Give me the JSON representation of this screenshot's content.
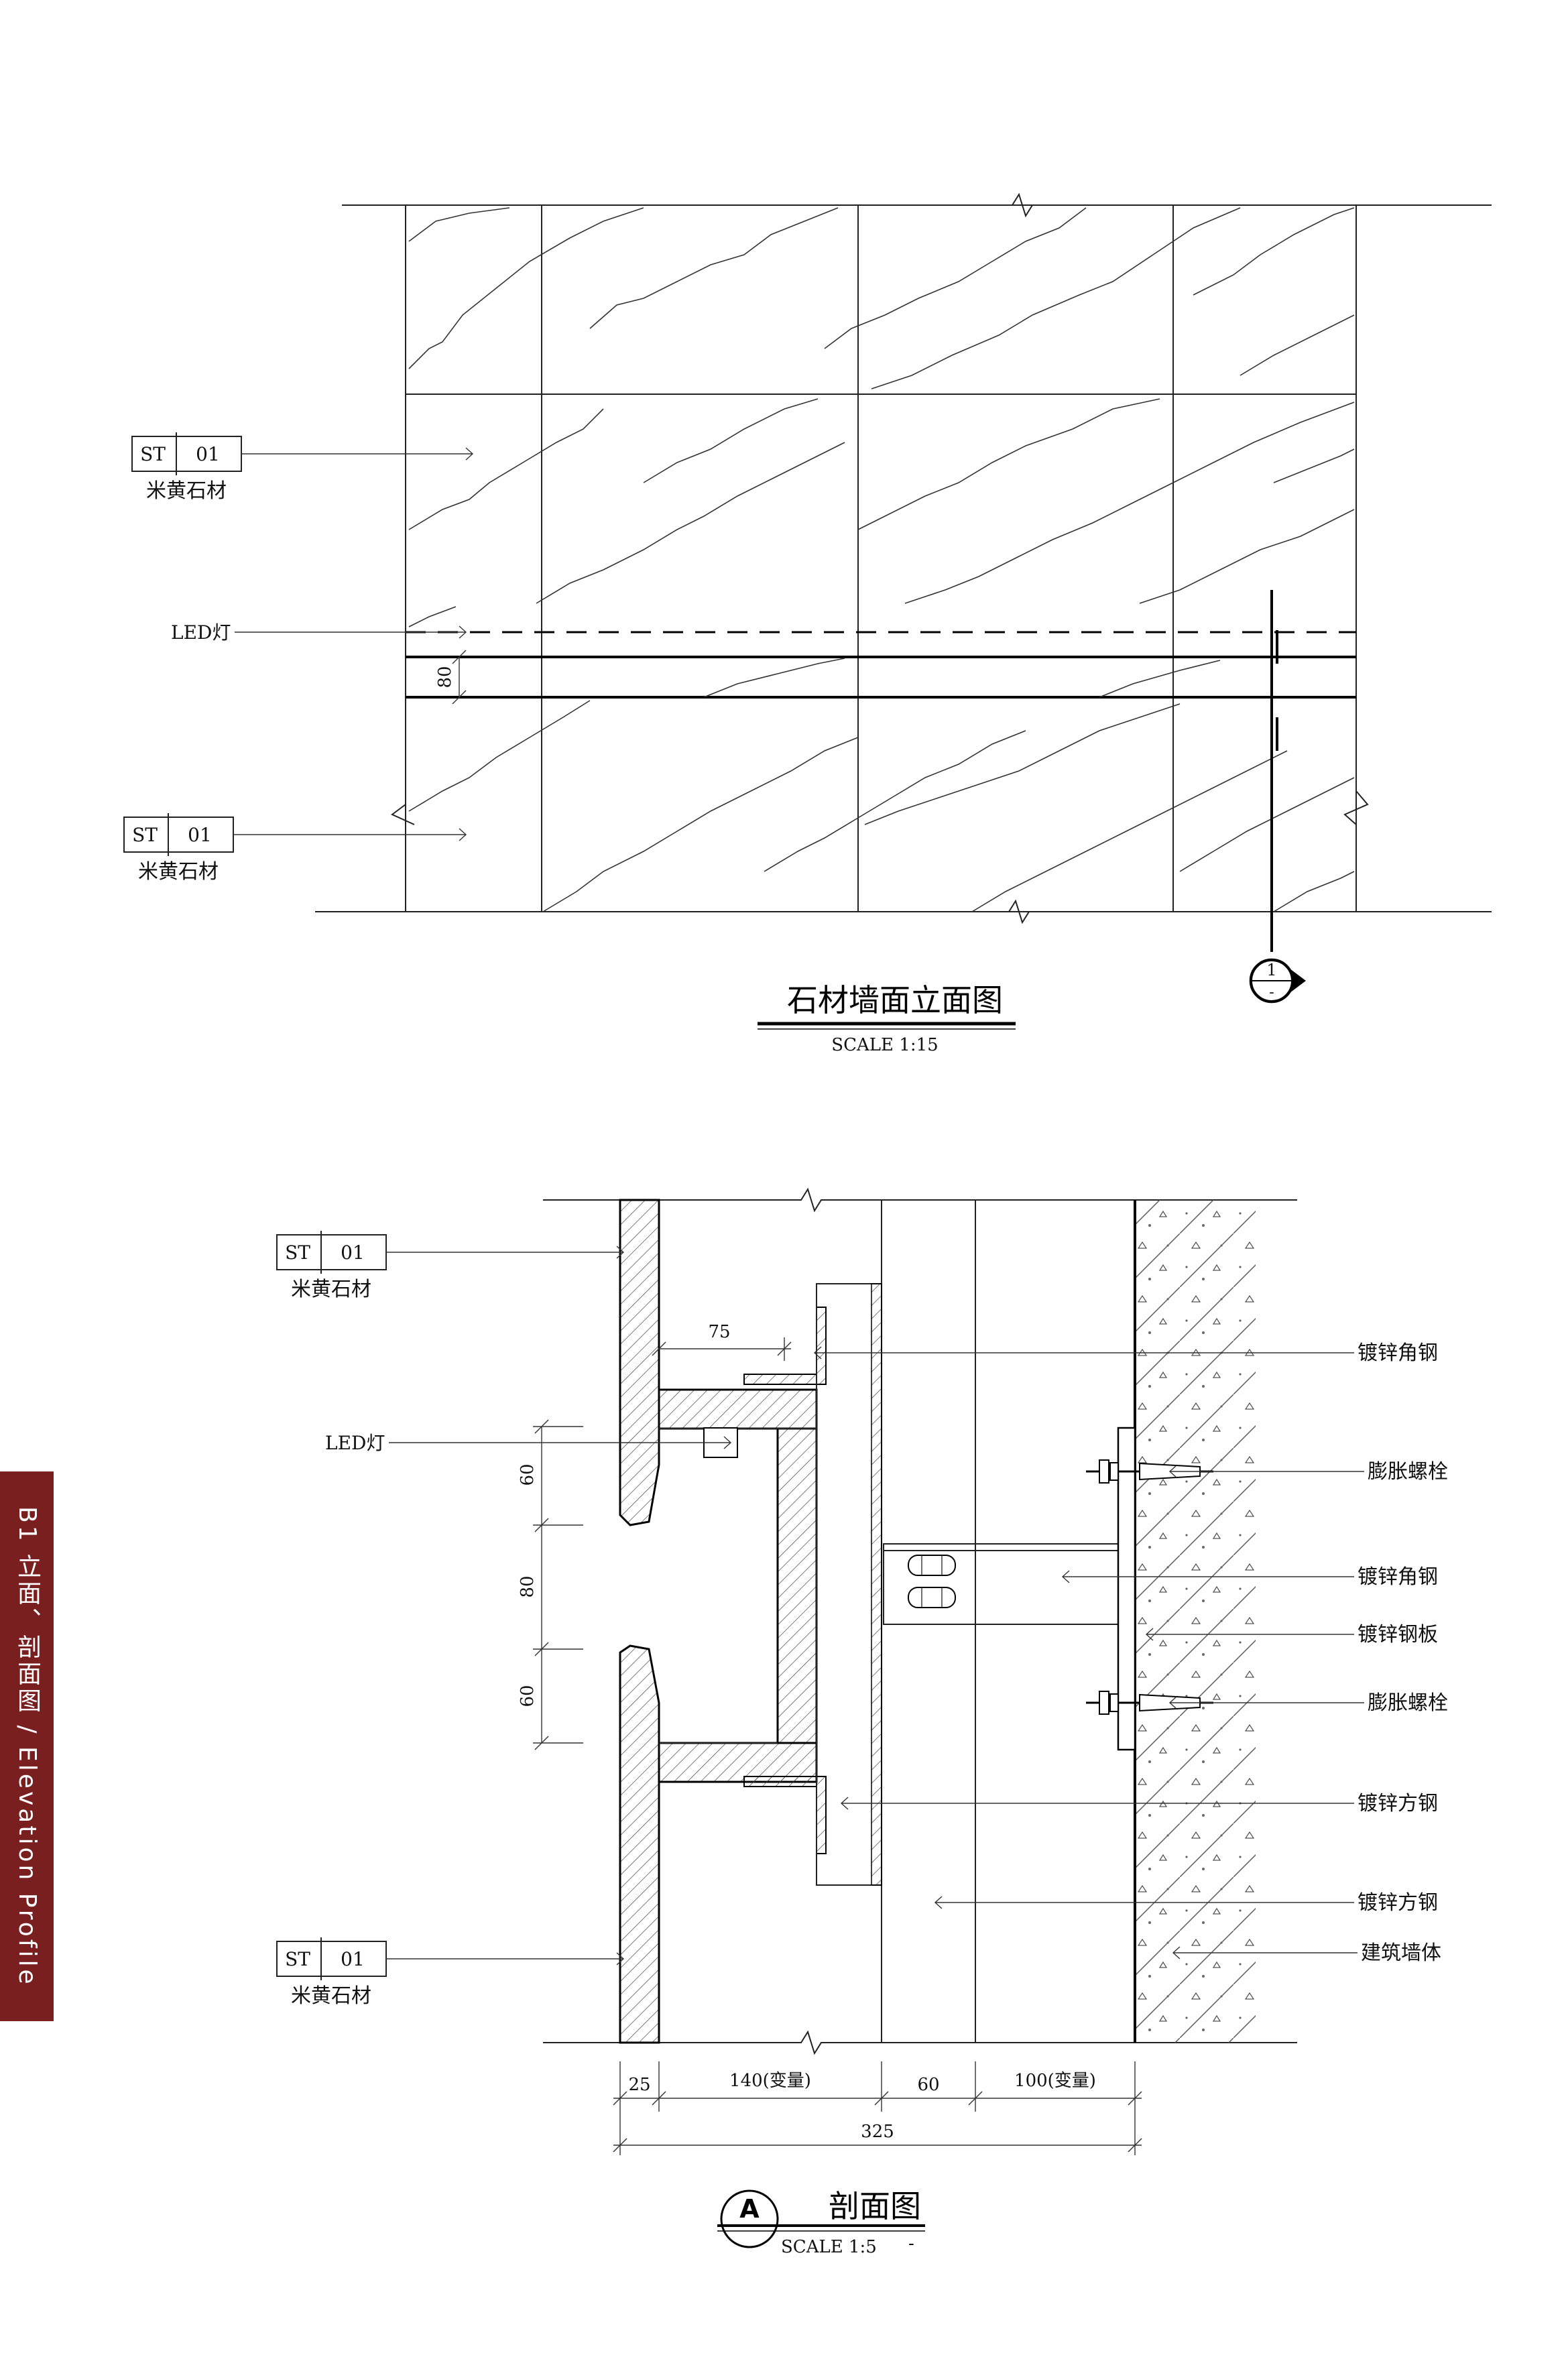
{
  "side_tab": {
    "label": "B1 立面、剖面图 / Elevation Profile",
    "color": "#7a1f1f"
  },
  "elevation": {
    "title": "石材墙面立面图",
    "scale": "SCALE  1:15",
    "tag_top": {
      "code": "ST",
      "num": "01",
      "name": "米黄石材"
    },
    "tag_bottom": {
      "code": "ST",
      "num": "01",
      "name": "米黄石材"
    },
    "led_label": "LED灯",
    "dim_gap": "80",
    "section_marker": {
      "num": "1",
      "sub": "-"
    }
  },
  "section": {
    "title": "剖面图",
    "marker_letter": "A",
    "scale": "SCALE  1:5",
    "scale_suffix": "-",
    "tag_top": {
      "code": "ST",
      "num": "01",
      "name": "米黄石材"
    },
    "tag_bottom": {
      "code": "ST",
      "num": "01",
      "name": "米黄石材"
    },
    "led_label": "LED灯",
    "dim_75": "75",
    "dims_vertical": [
      "60",
      "80",
      "60"
    ],
    "dims_bottom": [
      "25",
      "140(变量)",
      "60",
      "100(变量)"
    ],
    "dim_total": "325",
    "labels_right": [
      "镀锌角钢",
      "膨胀螺栓",
      "镀锌角钢",
      "镀锌钢板",
      "膨胀螺栓",
      "镀锌方钢",
      "镀锌方钢",
      "建筑墙体"
    ]
  }
}
